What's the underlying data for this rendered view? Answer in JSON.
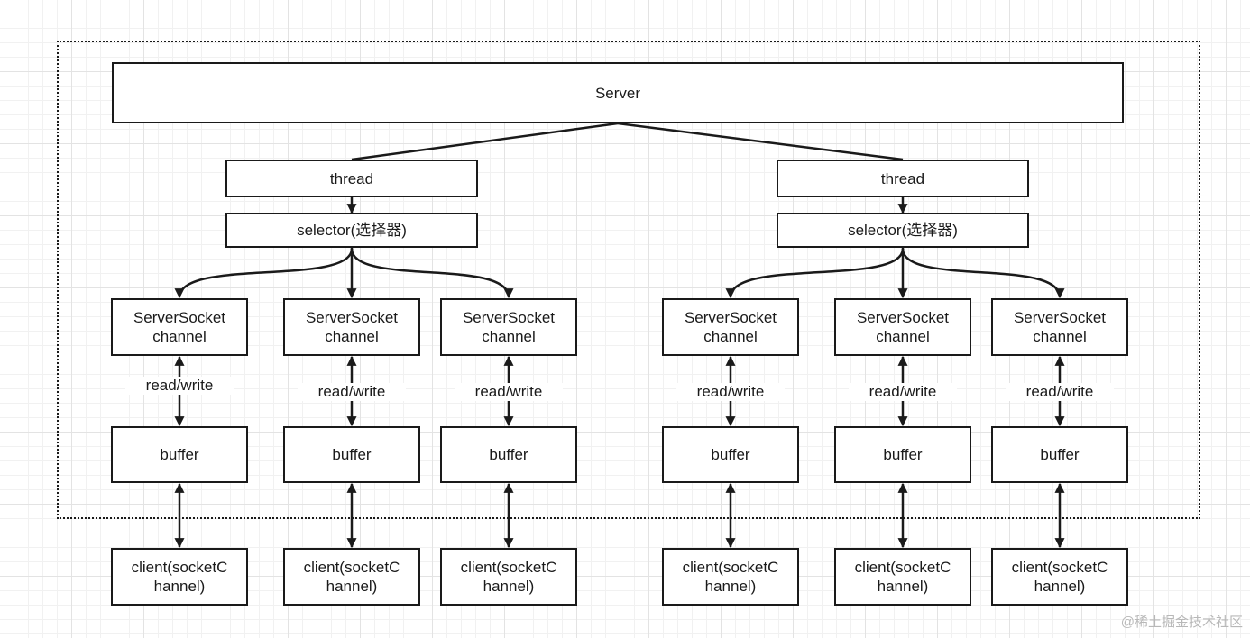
{
  "server": {
    "label": "Server"
  },
  "threads": [
    {
      "thread_label": "thread",
      "selector_label": "selector(选择器)",
      "channels": [
        {
          "channel_label": "ServerSocket\nchannel",
          "io_label": "read/write",
          "buffer_label": "buffer",
          "client_label": "client(socketC\nhannel)"
        },
        {
          "channel_label": "ServerSocket\nchannel",
          "io_label": "read/write",
          "buffer_label": "buffer",
          "client_label": "client(socketC\nhannel)"
        },
        {
          "channel_label": "ServerSocket\nchannel",
          "io_label": "read/write",
          "buffer_label": "buffer",
          "client_label": "client(socketC\nhannel)"
        }
      ]
    },
    {
      "thread_label": "thread",
      "selector_label": "selector(选择器)",
      "channels": [
        {
          "channel_label": "ServerSocket\nchannel",
          "io_label": "read/write",
          "buffer_label": "buffer",
          "client_label": "client(socketC\nhannel)"
        },
        {
          "channel_label": "ServerSocket\nchannel",
          "io_label": "read/write",
          "buffer_label": "buffer",
          "client_label": "client(socketC\nhannel)"
        },
        {
          "channel_label": "ServerSocket\nchannel",
          "io_label": "read/write",
          "buffer_label": "buffer",
          "client_label": "client(socketC\nhannel)"
        }
      ]
    }
  ],
  "watermark": {
    "text": "@稀土掘金技术社区"
  },
  "colors": {
    "stroke": "#1a1a1a",
    "background": "#ffffff",
    "grid": "#e3e3e3"
  }
}
